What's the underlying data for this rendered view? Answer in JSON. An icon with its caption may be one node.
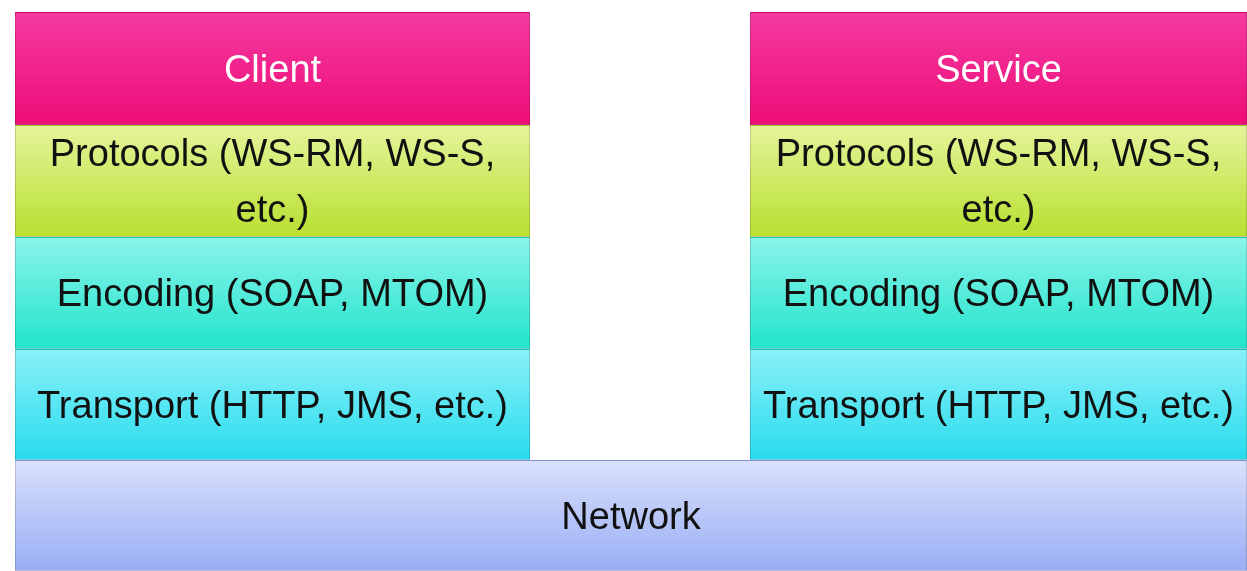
{
  "diagram": {
    "nodes": [
      {
        "text": [
          "Client"
        ]
      },
      {
        "text": [
          "Protocols (WS-RM, WS-S, etc.)"
        ]
      },
      {
        "text": [
          "Encoding (SOAP, MTOM)"
        ]
      },
      {
        "text": [
          "Transport (HTTP, JMS, etc.)"
        ]
      },
      {
        "text": [
          "Service"
        ]
      },
      {
        "text": [
          "Protocols (WS-RM, WS-S, etc.)"
        ]
      },
      {
        "text": [
          "Encoding (SOAP, MTOM)"
        ]
      },
      {
        "text": [
          "Transport (HTTP, JMS, etc.)"
        ]
      },
      {
        "text": [
          "Network"
        ]
      }
    ]
  }
}
